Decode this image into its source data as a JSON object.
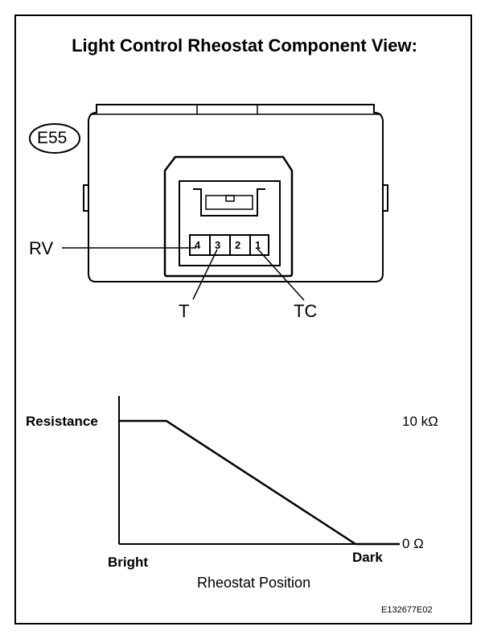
{
  "title": "Light Control Rheostat Component View:",
  "connector": {
    "id": "E55",
    "pins": [
      "4",
      "3",
      "2",
      "1"
    ],
    "terminals": {
      "rv": "RV",
      "t": "T",
      "tc": "TC"
    }
  },
  "graph": {
    "ylabel": "Resistance",
    "xlabel": "Rheostat Position",
    "x_left": "Bright",
    "x_right": "Dark",
    "y_high": "10 kΩ",
    "y_low": "0 Ω"
  },
  "chart_data": {
    "type": "line",
    "x": [
      0,
      0.2,
      1
    ],
    "y": [
      10,
      10,
      0
    ],
    "xlabel": "Rheostat Position",
    "ylabel": "Resistance",
    "tick_labels": {
      "x": [
        "Bright",
        "Dark"
      ],
      "y": [
        "0 Ω",
        "10 kΩ"
      ]
    }
  },
  "figure_code": "E132677E02"
}
